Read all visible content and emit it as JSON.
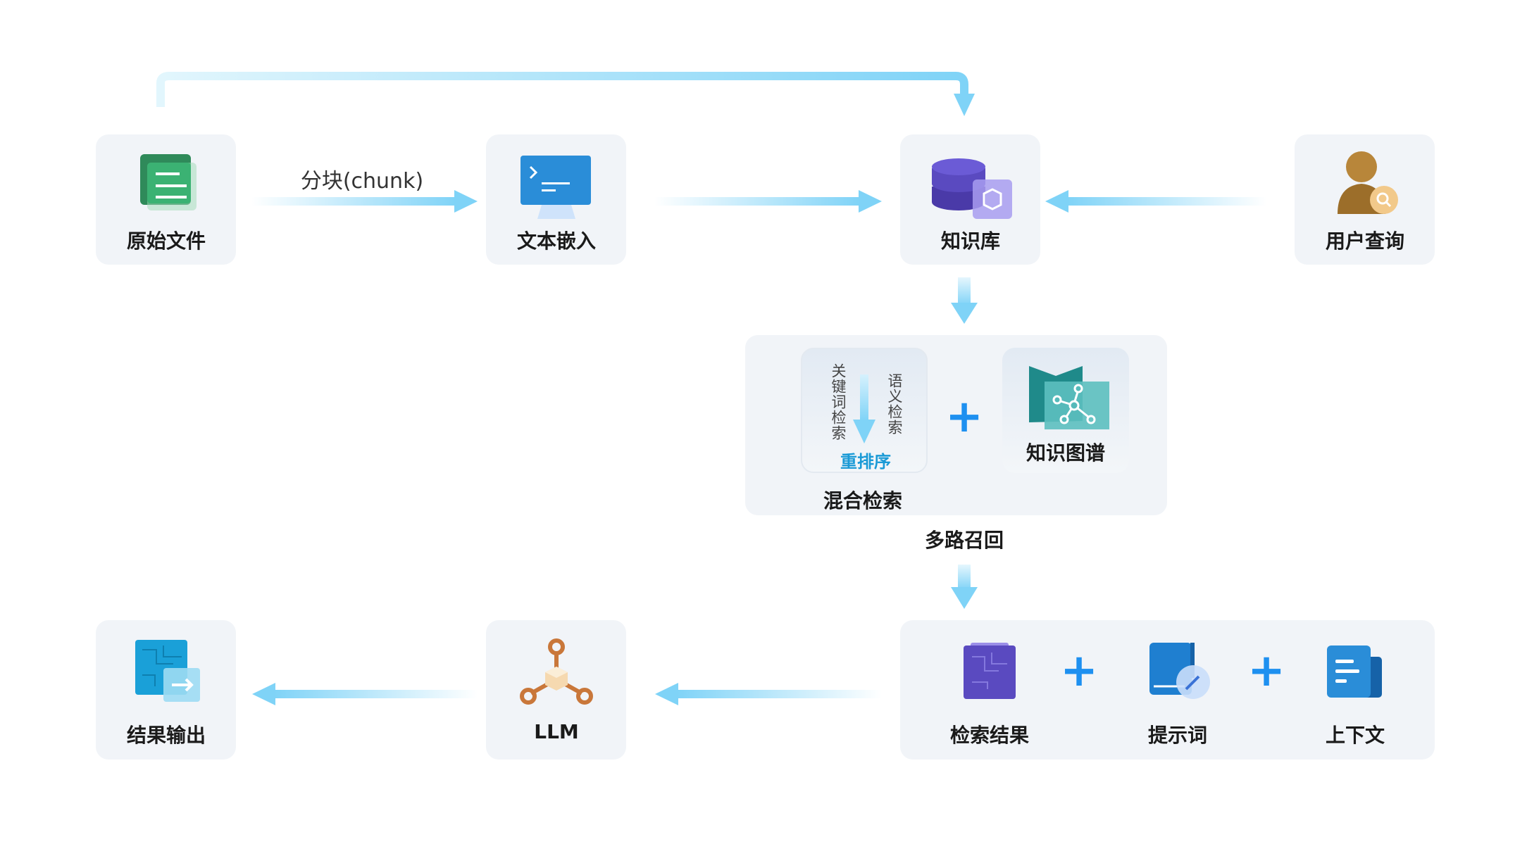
{
  "nodes": {
    "raw_file": "原始文件",
    "text_embedding": "文本嵌入",
    "knowledge_base": "知识库",
    "user_query": "用户查询",
    "knowledge_graph": "知识图谱",
    "hybrid_search": "混合检索",
    "multi_recall": "多路召回",
    "search_results": "检索结果",
    "prompt": "提示词",
    "context": "上下文",
    "llm": "LLM",
    "output": "结果输出"
  },
  "hybrid": {
    "keyword_search": "关键词检索",
    "semantic_search": "语义检索",
    "rerank": "重排序"
  },
  "edges": {
    "chunk_label": "分块(chunk)"
  },
  "colors": {
    "arrow": "#7fd3f7",
    "plus": "#1e90f0",
    "rerank": "#1a9ad6",
    "card": "#f1f4f8"
  }
}
